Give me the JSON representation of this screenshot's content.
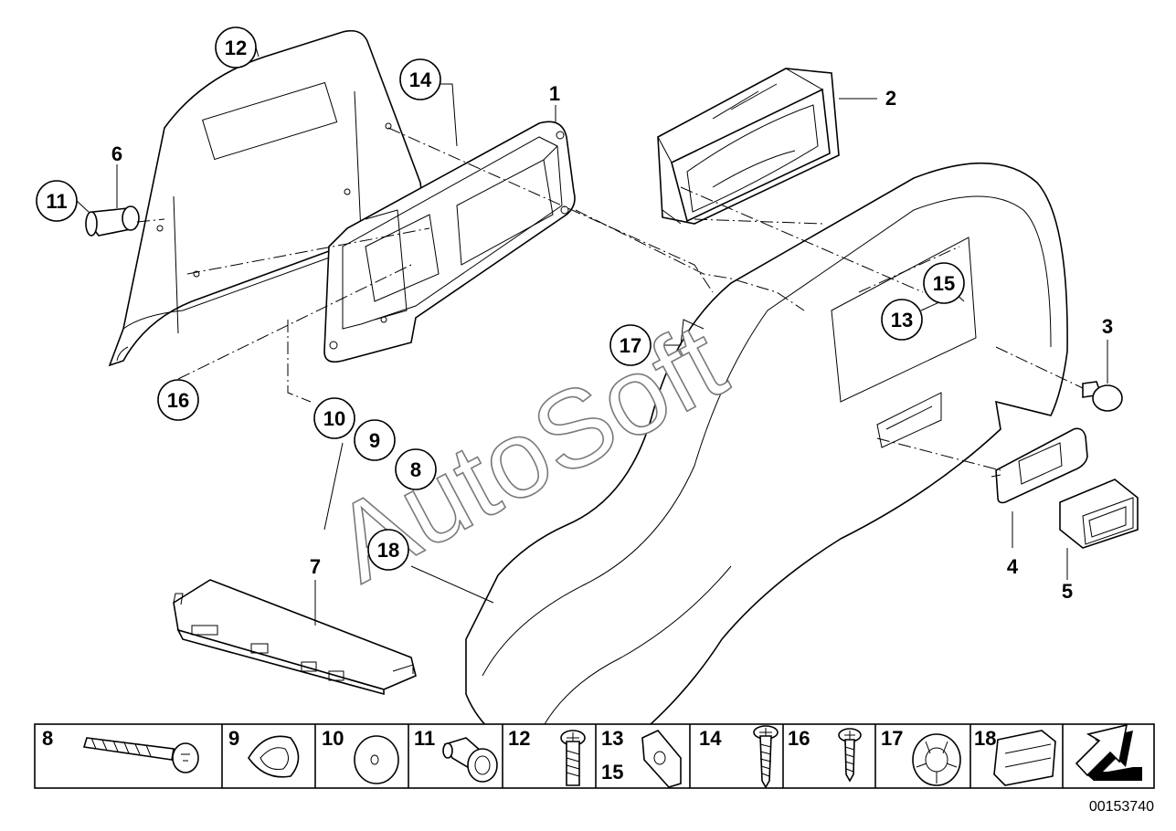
{
  "diagram": {
    "watermark": "AutoSoft",
    "part_number": "00153740",
    "callouts": [
      {
        "id": "c12",
        "text": "12"
      },
      {
        "id": "c14",
        "text": "14"
      },
      {
        "id": "c1",
        "text": "1"
      },
      {
        "id": "c2",
        "text": "2"
      },
      {
        "id": "c6",
        "text": "6"
      },
      {
        "id": "c11",
        "text": "11"
      },
      {
        "id": "c15",
        "text": "15"
      },
      {
        "id": "c13",
        "text": "13"
      },
      {
        "id": "c3",
        "text": "3"
      },
      {
        "id": "c17",
        "text": "17"
      },
      {
        "id": "c16",
        "text": "16"
      },
      {
        "id": "c10",
        "text": "10"
      },
      {
        "id": "c9",
        "text": "9"
      },
      {
        "id": "c8",
        "text": "8"
      },
      {
        "id": "c18",
        "text": "18"
      },
      {
        "id": "c7",
        "text": "7"
      },
      {
        "id": "c4",
        "text": "4"
      },
      {
        "id": "c5",
        "text": "5"
      }
    ],
    "legend": [
      {
        "label": "8"
      },
      {
        "label": "9"
      },
      {
        "label": "10"
      },
      {
        "label": "11"
      },
      {
        "label": "12"
      },
      {
        "label": "13",
        "label2": "15"
      },
      {
        "label": "14"
      },
      {
        "label": "16"
      },
      {
        "label": "17"
      },
      {
        "label": "18"
      },
      {
        "label": ""
      }
    ]
  }
}
